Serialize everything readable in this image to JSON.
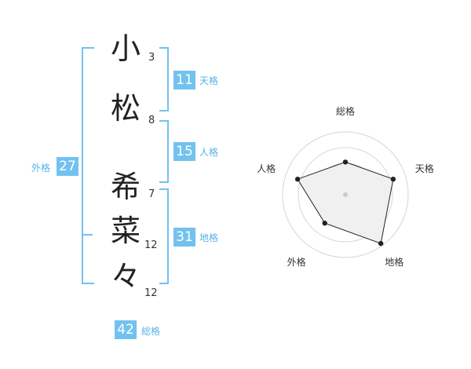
{
  "name": {
    "chars": [
      "小",
      "松",
      "希",
      "菜",
      "々"
    ],
    "strokes": [
      "3",
      "8",
      "7",
      "12",
      "12"
    ]
  },
  "kaku": {
    "tenkaku": {
      "value": "11",
      "label": "天格"
    },
    "jinkaku": {
      "value": "15",
      "label": "人格"
    },
    "chikaku": {
      "value": "31",
      "label": "地格"
    },
    "gaikaku": {
      "value": "27",
      "label": "外格"
    },
    "soukaku": {
      "value": "42",
      "label": "総格"
    }
  },
  "colors": {
    "accent": "#72c2f0",
    "label": "#56b3ea"
  },
  "chart_data": {
    "type": "radar",
    "axes": [
      "総格",
      "天格",
      "地格",
      "外格",
      "人格"
    ],
    "values": [
      0.52,
      0.8,
      0.96,
      0.56,
      0.8
    ],
    "range": [
      0,
      1
    ],
    "rings": 4
  }
}
